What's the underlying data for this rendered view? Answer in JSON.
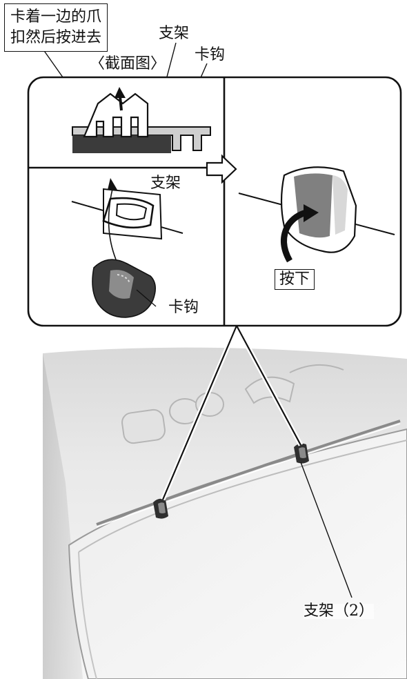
{
  "callouts": {
    "note_line1": "卡着一边的爪",
    "note_line2": "扣然后按进去",
    "cross_section": "〈截面图〉",
    "bracket_top": "支架",
    "hook_top": "卡钩",
    "bracket_mid": "支架",
    "hook_bottom": "卡钩",
    "press_down": "按下",
    "bracket_count": "支架（2）"
  },
  "colors": {
    "line": "#111111",
    "dark_part": "#3a3a3a",
    "mid_part": "#7a7a7a",
    "light_fill": "#e6e6e6"
  },
  "icons": {
    "up_arrow": "up-arrow-icon",
    "next_arrow": "right-arrow-icon",
    "curved_arrow": "curved-arrow-icon"
  }
}
